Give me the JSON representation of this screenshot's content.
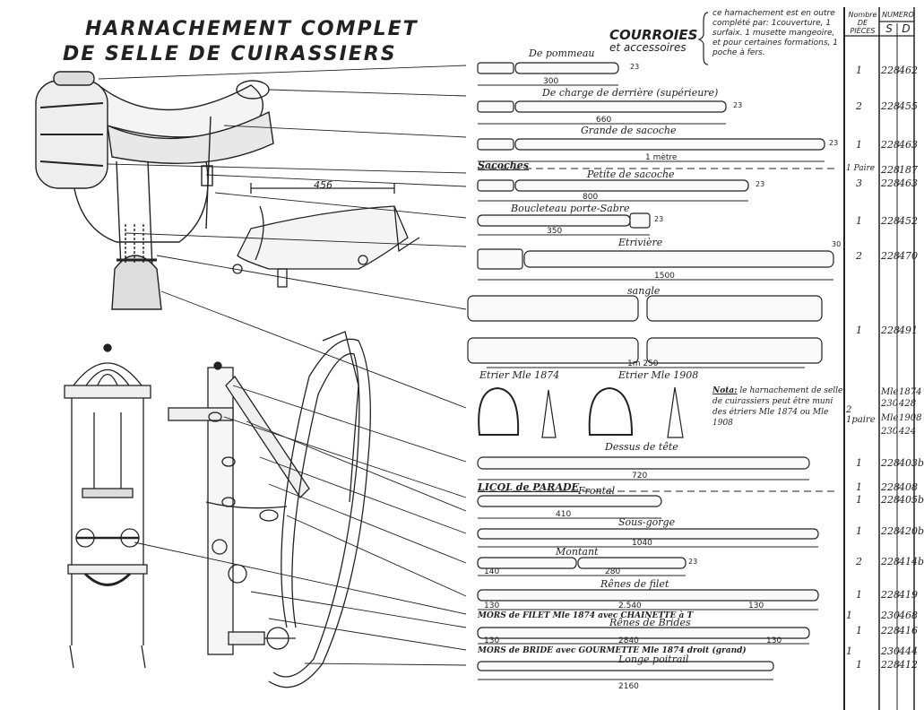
{
  "title": {
    "line1": "HARNACHEMENT   COMPLET",
    "line2": "DE  SELLE  DE  CUIRASSIERS"
  },
  "header": {
    "courroies": "COURROIES",
    "accessoires": "et accessoires",
    "note": "ce harnachement est en outre complété par: 1couverture, 1 surfaix. 1 musette mangeoire, et pour certaines formations, 1 poche à fers."
  },
  "columns": {
    "nombre": "Nombre DE PIÈCES",
    "numero": "NUMERO",
    "s": "S",
    "d": "D"
  },
  "items": [
    {
      "label": "De pommeau",
      "dim": "300",
      "dim2": "23",
      "n": "1",
      "s": "228",
      "d": "462"
    },
    {
      "label": "De charge de derrière (supérieure)",
      "dim": "660",
      "dim2": "23",
      "n": "2",
      "s": "228",
      "d": "455"
    },
    {
      "label": "Grande de sacoche",
      "dim": "1 mètre",
      "dim2": "23",
      "n": "1",
      "s": "228",
      "d": "463"
    },
    {
      "label": "Sacoches",
      "dim": "",
      "dim2": "",
      "n": "1 Paire",
      "s": "228",
      "d": "187"
    },
    {
      "label": "Petite de sacoche",
      "dim": "800",
      "dim2": "23",
      "n": "3",
      "s": "228",
      "d": "463"
    },
    {
      "label": "Boucleteau porte-Sabre",
      "dim": "350",
      "dim2": "23",
      "n": "1",
      "s": "228",
      "d": "452"
    },
    {
      "label": "Etrivière",
      "dim": "1500",
      "dim2": "30",
      "n": "2",
      "s": "228",
      "d": "470"
    },
    {
      "label": "sangle",
      "dim": "1m 250",
      "dim2": "",
      "n": "1",
      "s": "228",
      "d": "491"
    },
    {
      "label": "Dessus de tête",
      "dim": "720",
      "dim2": "",
      "n": "1",
      "s": "228",
      "d": "403b"
    },
    {
      "label": "LICOL de PARADE",
      "dim": "",
      "dim2": "",
      "n": "",
      "s": "",
      "d": ""
    },
    {
      "label": "Frontal",
      "dim": "410",
      "dim2": "",
      "n": "1",
      "s": "228",
      "d": "408"
    },
    {
      "label": "",
      "dim": "",
      "dim2": "",
      "n": "1",
      "s": "228",
      "d": "405b"
    },
    {
      "label": "Sous-gorge",
      "dim": "1040",
      "dim2": "",
      "n": "1",
      "s": "228",
      "d": "420b"
    },
    {
      "label": "Montant",
      "dim": "280",
      "dim2": "23",
      "n": "2",
      "s": "228",
      "d": "414b"
    },
    {
      "label": "Rênes de filet",
      "dim": "2.540",
      "dim2": "130",
      "n": "1",
      "s": "228",
      "d": "419"
    },
    {
      "label": "MORS de FILET  Mle 1874  avec CHAINETTE à T",
      "dim": "",
      "dim2": "",
      "n": "1",
      "s": "230",
      "d": "468"
    },
    {
      "label": "Rênes de Brides",
      "dim": "2840",
      "dim2": "130",
      "n": "1",
      "s": "228",
      "d": "416"
    },
    {
      "label": "MORS de BRIDE avec GOURMETTE  Mle 1874  droit (grand)",
      "dim": "",
      "dim2": "",
      "n": "1",
      "s": "230",
      "d": "444"
    },
    {
      "label": "Longe poitrail",
      "dim": "2160",
      "dim2": "",
      "n": "1",
      "s": "228",
      "d": "412"
    }
  ],
  "etrier": {
    "m1874": "Etrier Mle 1874",
    "m1908": "Etrier Mle 1908",
    "n": "2 1paire",
    "rows": [
      {
        "s": "Mle",
        "d": "1874"
      },
      {
        "s": "230",
        "d": "428"
      },
      {
        "s": "Mle",
        "d": "1908"
      },
      {
        "s": "230",
        "d": "424"
      }
    ]
  },
  "note": {
    "label": "Nota:",
    "text": "le harnachement de selle de cuirassiers peut être muni des étriers Mle 1874 ou Mle 1908"
  },
  "saddle_dim": "456",
  "extra_dims": {
    "montant_left": "140",
    "renes_filet_left": "130",
    "renes_bride_left": "130",
    "ticks_140": "140"
  }
}
